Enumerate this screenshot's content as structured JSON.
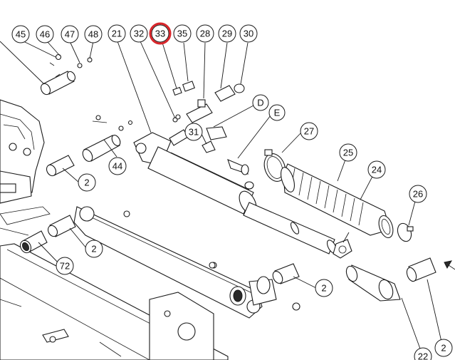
{
  "diagram": {
    "highlight_color": "#d9262b",
    "highlighted_callout": "33",
    "callouts": {
      "c45": "45",
      "c46": "46",
      "c47": "47",
      "c48": "48",
      "c21": "21",
      "c32": "32",
      "c33": "33",
      "c35": "35",
      "c28": "28",
      "c29": "29",
      "c30": "30",
      "cD": "D",
      "cE": "E",
      "c31": "31",
      "c27": "27",
      "c25": "25",
      "c24": "24",
      "c26": "26",
      "c44": "44",
      "c2a": "2",
      "c2b": "2",
      "c2c": "2",
      "c2d": "2",
      "c72": "72",
      "c22": "22"
    }
  }
}
